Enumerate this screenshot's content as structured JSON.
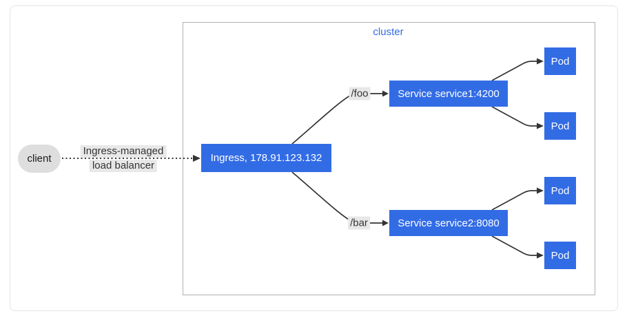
{
  "diagram": {
    "cluster": {
      "label": "cluster"
    },
    "client": {
      "label": "client"
    },
    "lb_edge": {
      "label_line1": "Ingress-managed",
      "label_line2": "load balancer"
    },
    "ingress": {
      "label": "Ingress, 178.91.123.132"
    },
    "routes": {
      "foo": "/foo",
      "bar": "/bar"
    },
    "services": [
      {
        "label": "Service service1:4200"
      },
      {
        "label": "Service service2:8080"
      }
    ],
    "pods": [
      {
        "label": "Pod"
      },
      {
        "label": "Pod"
      },
      {
        "label": "Pod"
      },
      {
        "label": "Pod"
      }
    ]
  },
  "colors": {
    "node_fill": "#326ce5",
    "node_text": "#ffffff",
    "client_fill": "#dedede",
    "client_text": "#1a1a1a",
    "cluster_border": "#b0b0b0",
    "cluster_label": "#326ce5",
    "edge_stroke": "#333333",
    "edge_label_bg": "#e8e8e8",
    "edge_label_text": "#333333",
    "page_border": "#e5e5e5"
  }
}
